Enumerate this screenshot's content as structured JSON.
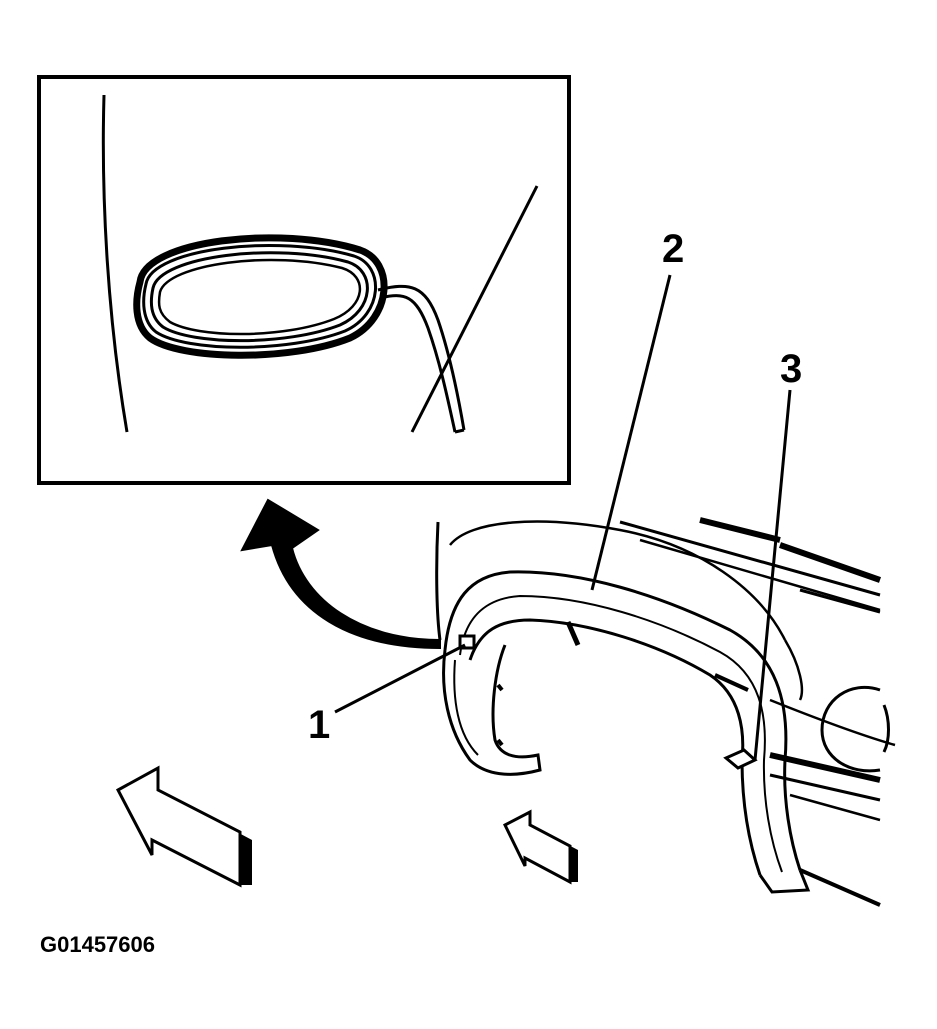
{
  "figure_id": "G01457606",
  "callouts": {
    "one": "1",
    "two": "2",
    "three": "3"
  },
  "colors": {
    "ink": "#000000",
    "paper": "#ffffff"
  }
}
